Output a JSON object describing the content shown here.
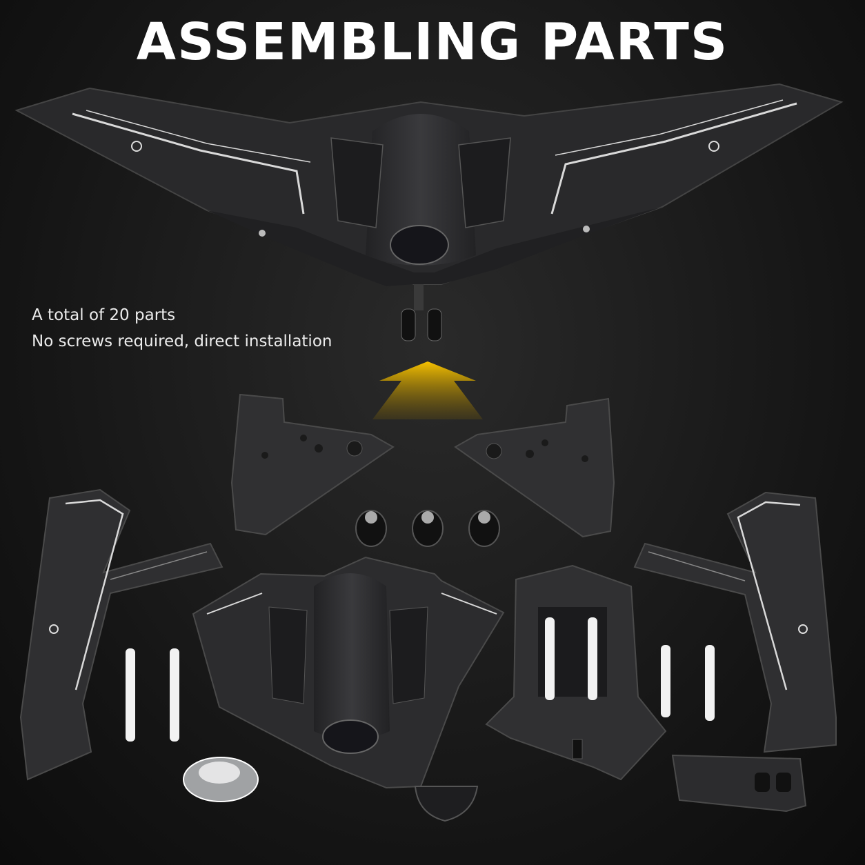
{
  "header": {
    "title": "ASSEMBLING PARTS"
  },
  "info": {
    "line1": "A total of 20 parts",
    "line2": "No screws required, direct installation"
  },
  "colors": {
    "part": "#2d2d2f",
    "panel_line": "#d9d9d9",
    "accent_arrow": "#f0b400",
    "white_part": "#f2f2f2"
  }
}
